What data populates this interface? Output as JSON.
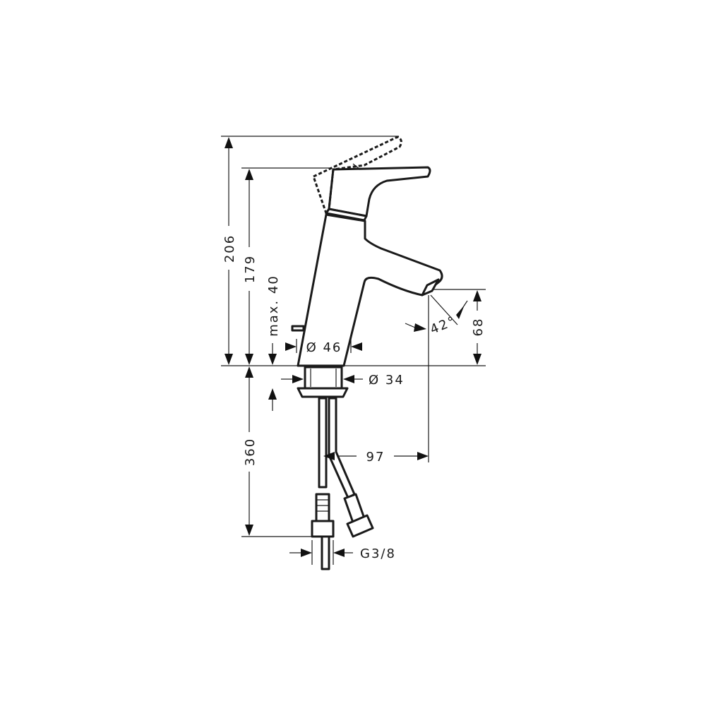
{
  "dimensions": {
    "total_height": "206",
    "spout_height": "179",
    "pop_up_rod": "max. 40",
    "spout_outlet_height": "68",
    "body_diameter": "Ø 46",
    "base_diameter": "Ø 34",
    "hose_length": "360",
    "projection": "97",
    "angle": "42°",
    "connection_thread": "G3/8"
  },
  "colors": {
    "line": "#1a1a1a",
    "background": "#ffffff"
  }
}
